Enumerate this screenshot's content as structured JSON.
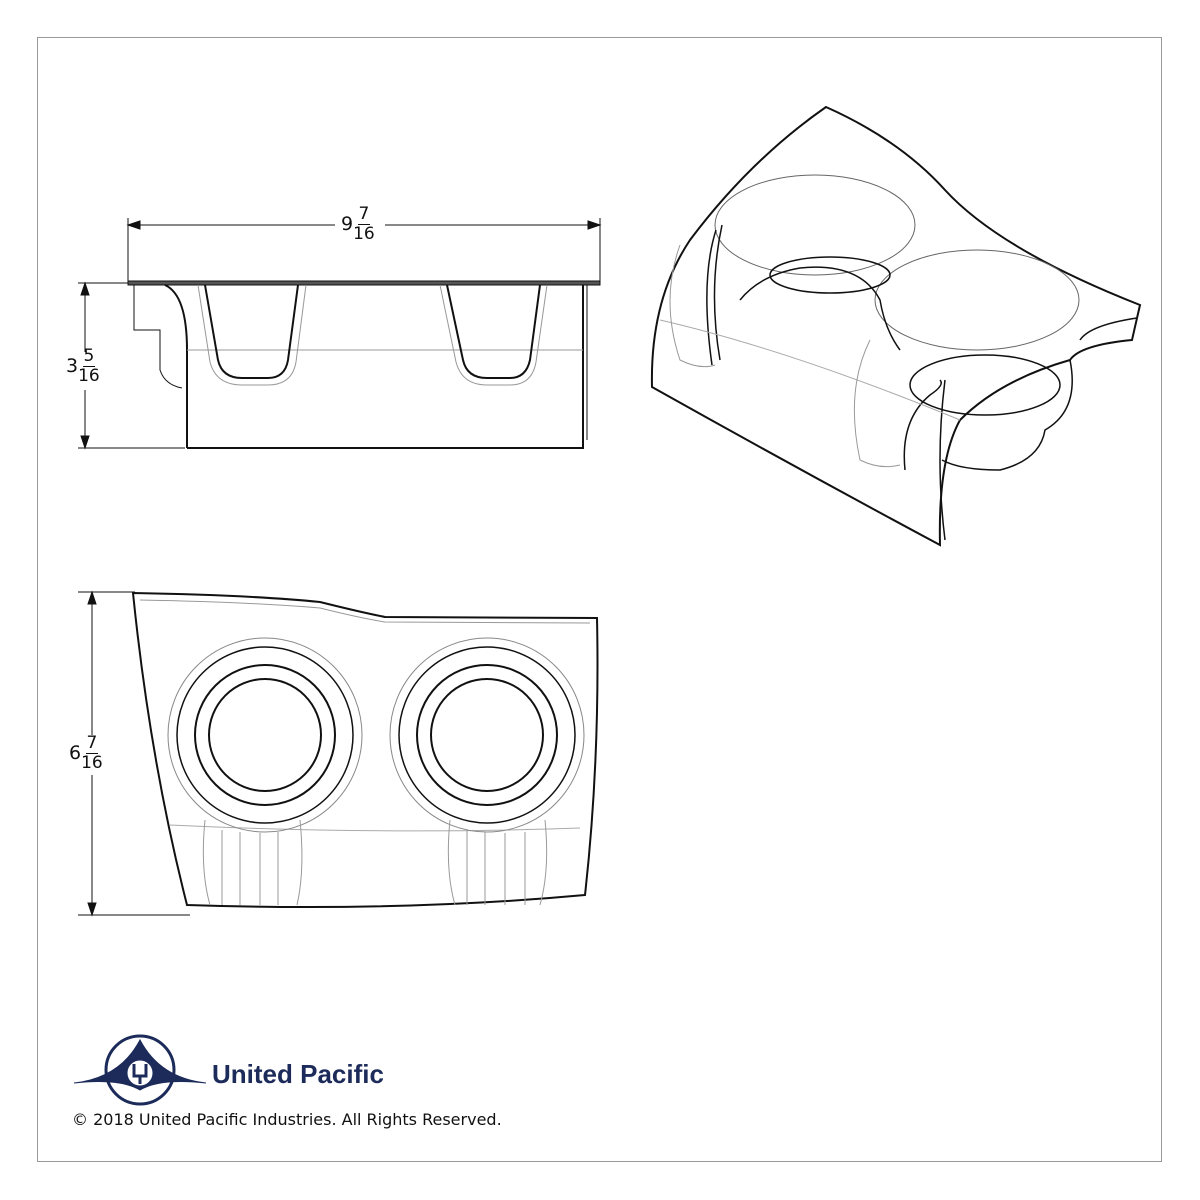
{
  "dimensions": {
    "width": {
      "whole": "9",
      "numerator": "7",
      "denominator": "16"
    },
    "height": {
      "whole": "3",
      "numerator": "5",
      "denominator": "16"
    },
    "depth": {
      "whole": "6",
      "numerator": "7",
      "denominator": "16"
    }
  },
  "logo": {
    "brand": "United Pacific",
    "color": "#1c2b5a"
  },
  "copyright": "© 2018 United Pacific Industries. All Rights Reserved."
}
